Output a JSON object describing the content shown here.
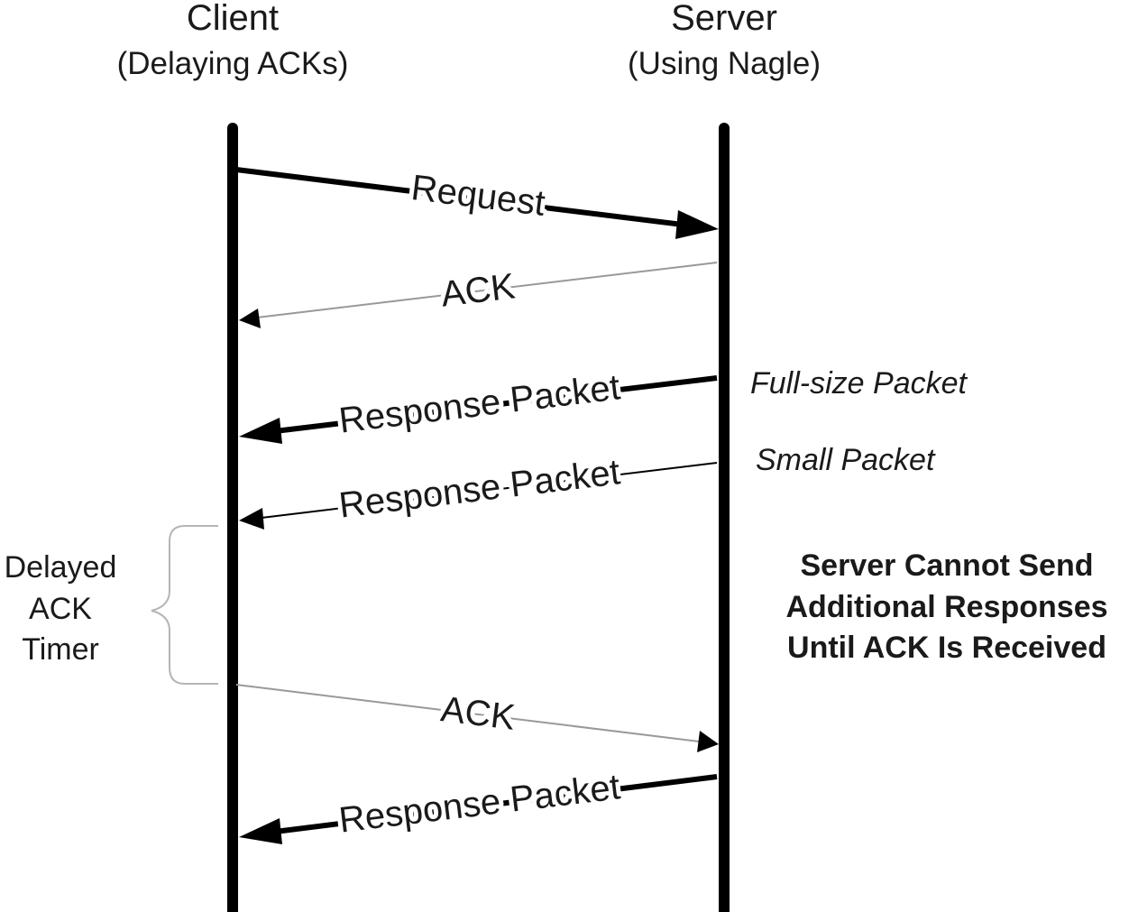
{
  "client": {
    "title": "Client",
    "subtitle": "(Delaying ACKs)"
  },
  "server": {
    "title": "Server",
    "subtitle": "(Using Nagle)"
  },
  "messages": [
    {
      "label": "Request",
      "direction": "client-to-server",
      "weight": "heavy"
    },
    {
      "label": "ACK",
      "direction": "server-to-client",
      "weight": "light"
    },
    {
      "label": "Response Packet",
      "direction": "server-to-client",
      "weight": "heavy"
    },
    {
      "label": "Response Packet",
      "direction": "server-to-client",
      "weight": "light"
    },
    {
      "label": "ACK",
      "direction": "client-to-server",
      "weight": "light"
    },
    {
      "label": "Response Packet",
      "direction": "server-to-client",
      "weight": "heavy"
    }
  ],
  "notes": {
    "full_size": "Full-size Packet",
    "small": "Small Packet",
    "server_wait": [
      "Server Cannot Send",
      "Additional Responses",
      "Until ACK Is Received"
    ]
  },
  "delayed_timer": [
    "Delayed",
    "ACK",
    "Timer"
  ],
  "colors": {
    "lifeline": "#000000",
    "heavy_arrow": "#000000",
    "light_arrow": "#999999",
    "brace": "#b5b5b5",
    "text": "#1a1a1a"
  }
}
